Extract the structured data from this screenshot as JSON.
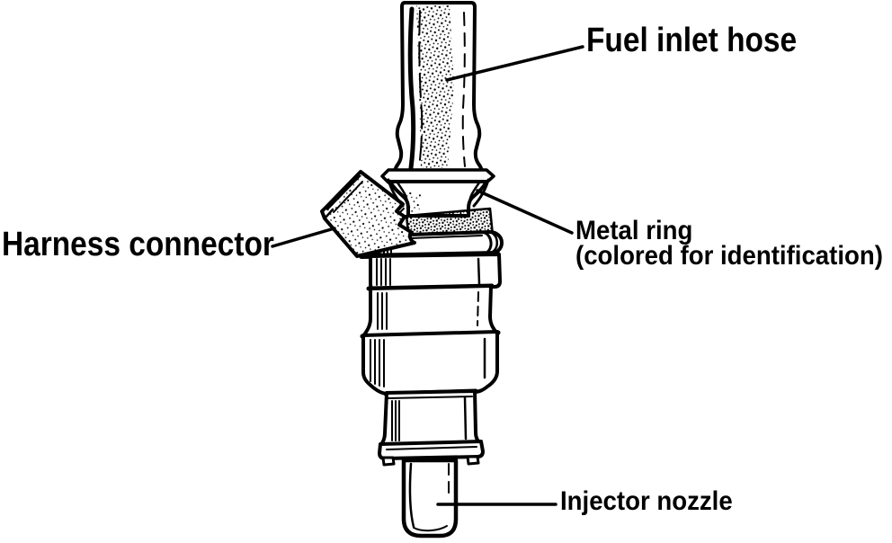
{
  "colors": {
    "background": "#ffffff",
    "ink": "#000000"
  },
  "labels": {
    "fuel_inlet_hose": "Fuel inlet hose",
    "harness_connector": "Harness connector",
    "metal_ring_line1": "Metal ring",
    "metal_ring_line2": "(colored for identification)",
    "injector_nozzle": "Injector nozzle"
  }
}
